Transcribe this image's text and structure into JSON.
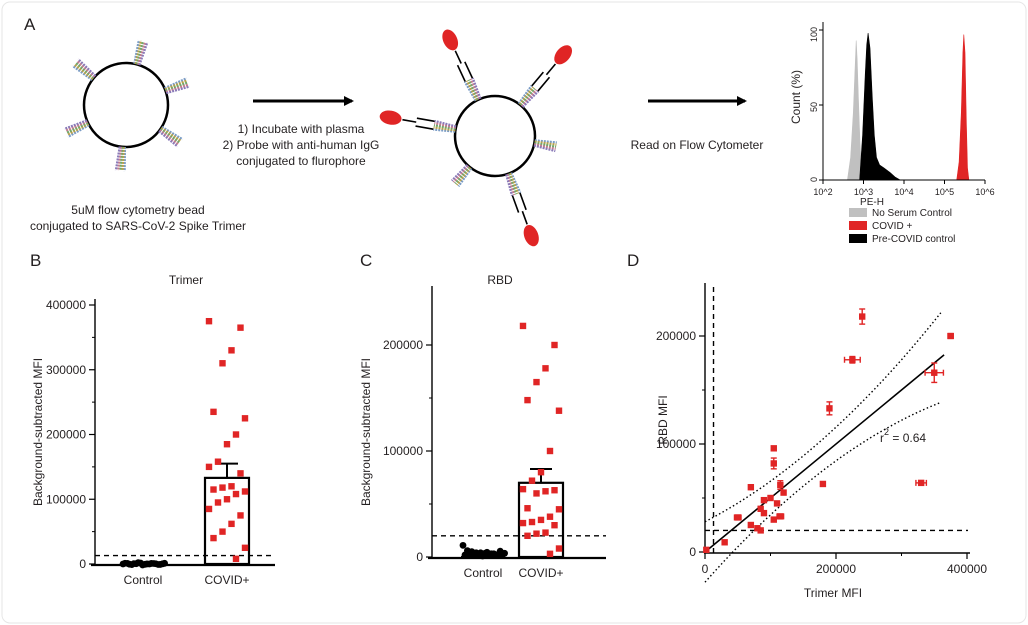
{
  "colors": {
    "covid": "#e02525",
    "control": "#000000",
    "no_serum": "#c0c0c0",
    "text": "#231f20"
  },
  "panel_a": {
    "letter": "A",
    "bead_caption_1": "5uM flow cytometry bead",
    "bead_caption_2": "conjugated to SARS-CoV-2 Spike Trimer",
    "step_1": "1) Incubate with plasma",
    "step_2": "2) Probe with anti-human IgG",
    "step_3": "conjugated to flurophore",
    "read_label": "Read on Flow Cytometer"
  },
  "legend": [
    "No Serum Control",
    "COVID +",
    "Pre-COVID control"
  ],
  "chart_data": [
    {
      "id": "histogram",
      "type": "area",
      "xlabel": "PE-H",
      "ylabel": "Count  (%)",
      "x_scale": "log",
      "xlim": [
        100,
        1000000
      ],
      "ylim": [
        0,
        100
      ],
      "x_ticks": [
        "10^2",
        "10^3",
        "10^4",
        "10^5",
        "10^6"
      ],
      "y_ticks": [
        "0",
        "50",
        "100"
      ],
      "series": [
        {
          "name": "No Serum Control",
          "color_key": "no_serum",
          "points": [
            [
              400,
              0
            ],
            [
              480,
              15
            ],
            [
              560,
              45
            ],
            [
              620,
              75
            ],
            [
              660,
              93
            ],
            [
              700,
              80
            ],
            [
              750,
              55
            ],
            [
              820,
              25
            ],
            [
              900,
              6
            ],
            [
              1000,
              0
            ]
          ]
        },
        {
          "name": "Pre-COVID control",
          "color_key": "control",
          "points": [
            [
              800,
              0
            ],
            [
              950,
              30
            ],
            [
              1100,
              70
            ],
            [
              1200,
              90
            ],
            [
              1300,
              98
            ],
            [
              1450,
              88
            ],
            [
              1650,
              55
            ],
            [
              1850,
              30
            ],
            [
              2100,
              15
            ],
            [
              2500,
              10
            ],
            [
              3200,
              8
            ],
            [
              4500,
              5
            ],
            [
              6000,
              2
            ],
            [
              8000,
              0
            ]
          ]
        },
        {
          "name": "COVID +",
          "color_key": "covid",
          "points": [
            [
              200000,
              0
            ],
            [
              230000,
              12
            ],
            [
              260000,
              45
            ],
            [
              285000,
              85
            ],
            [
              300000,
              97
            ],
            [
              320000,
              85
            ],
            [
              345000,
              40
            ],
            [
              370000,
              8
            ],
            [
              400000,
              0
            ]
          ]
        }
      ]
    },
    {
      "id": "panel_b",
      "letter": "B",
      "type": "scatter",
      "title": "Trimer",
      "ylabel": "Background-subtracted MFI",
      "categories": [
        "Control",
        "COVID+"
      ],
      "ylim": [
        0,
        400000
      ],
      "y_ticks": [
        0,
        100000,
        200000,
        300000,
        400000
      ],
      "threshold": 13000,
      "bar_means": [
        0,
        133000
      ],
      "bar_sem": [
        0,
        22000
      ],
      "control_values": [
        0,
        1000,
        -1000,
        500,
        1500,
        -500,
        0,
        800,
        -800,
        300,
        1200,
        -300,
        600,
        2000,
        -1500,
        100,
        900,
        400,
        -700,
        1100
      ],
      "covid_values": [
        375000,
        365000,
        330000,
        310000,
        235000,
        225000,
        200000,
        185000,
        158000,
        150000,
        140000,
        120000,
        118000,
        115000,
        112000,
        108000,
        100000,
        95000,
        85000,
        75000,
        62000,
        50000,
        40000,
        25000,
        8000
      ]
    },
    {
      "id": "panel_c",
      "letter": "C",
      "type": "scatter",
      "title": "RBD",
      "ylabel": "Background-subtracted MFI",
      "categories": [
        "Control",
        "COVID+"
      ],
      "ylim": [
        0,
        250000
      ],
      "y_ticks": [
        0,
        100000,
        200000
      ],
      "threshold": 20000,
      "bar_means": [
        0,
        70000
      ],
      "bar_sem": [
        0,
        13000
      ],
      "control_values": [
        11000,
        6000,
        5000,
        4000,
        4000,
        3500,
        3000,
        3000,
        2500,
        2500,
        2000,
        2000,
        1500,
        1500,
        1000,
        4500,
        3000,
        2000,
        5500,
        3500
      ],
      "covid_values": [
        218000,
        200000,
        178000,
        165000,
        148000,
        138000,
        100000,
        80000,
        72000,
        64000,
        63000,
        62000,
        60000,
        46000,
        45000,
        38000,
        35000,
        33000,
        32000,
        30000,
        23000,
        22000,
        20000,
        8000,
        3000
      ]
    },
    {
      "id": "panel_d",
      "letter": "D",
      "type": "scatter",
      "xlabel": "Trimer MFI",
      "ylabel": "RBD MFI",
      "xlim": [
        0,
        400000
      ],
      "ylim": [
        0,
        250000
      ],
      "x_ticks": [
        0,
        200000,
        400000
      ],
      "y_ticks": [
        0,
        100000,
        200000
      ],
      "x_threshold": 13000,
      "y_threshold": 20000,
      "annotation": "r",
      "annotation_sup": "2",
      "annotation_value": " = 0.64",
      "fit": {
        "slope": 0.5,
        "intercept": 0
      },
      "points": [
        {
          "x": 375000,
          "y": 200000,
          "xerr": 4000,
          "yerr": 0
        },
        {
          "x": 240000,
          "y": 218000,
          "xerr": 0,
          "yerr": 7000
        },
        {
          "x": 225000,
          "y": 178000,
          "xerr": 12000,
          "yerr": 3000
        },
        {
          "x": 350000,
          "y": 166000,
          "xerr": 14000,
          "yerr": 9000
        },
        {
          "x": 190000,
          "y": 133000,
          "xerr": 0,
          "yerr": 6000
        },
        {
          "x": 105000,
          "y": 96000,
          "xerr": 0,
          "yerr": 0
        },
        {
          "x": 105000,
          "y": 82000,
          "xerr": 0,
          "yerr": 5000
        },
        {
          "x": 330000,
          "y": 64000,
          "xerr": 8000,
          "yerr": 0
        },
        {
          "x": 180000,
          "y": 63000,
          "xerr": 0,
          "yerr": 0
        },
        {
          "x": 115000,
          "y": 62000,
          "xerr": 0,
          "yerr": 4000
        },
        {
          "x": 120000,
          "y": 55000,
          "xerr": 0,
          "yerr": 0
        },
        {
          "x": 70000,
          "y": 60000,
          "xerr": 0,
          "yerr": 0
        },
        {
          "x": 100000,
          "y": 50000,
          "xerr": 0,
          "yerr": 0
        },
        {
          "x": 90000,
          "y": 48000,
          "xerr": 0,
          "yerr": 0
        },
        {
          "x": 110000,
          "y": 45000,
          "xerr": 0,
          "yerr": 0
        },
        {
          "x": 85000,
          "y": 40000,
          "xerr": 0,
          "yerr": 0
        },
        {
          "x": 90000,
          "y": 36000,
          "xerr": 0,
          "yerr": 0
        },
        {
          "x": 115000,
          "y": 33000,
          "xerr": 5000,
          "yerr": 0
        },
        {
          "x": 50000,
          "y": 32000,
          "xerr": 5000,
          "yerr": 0
        },
        {
          "x": 105000,
          "y": 30000,
          "xerr": 0,
          "yerr": 0
        },
        {
          "x": 70000,
          "y": 25000,
          "xerr": 0,
          "yerr": 0
        },
        {
          "x": 80000,
          "y": 22000,
          "xerr": 0,
          "yerr": 0
        },
        {
          "x": 85000,
          "y": 20000,
          "xerr": 0,
          "yerr": 0
        },
        {
          "x": 30000,
          "y": 9000,
          "xerr": 0,
          "yerr": 0
        },
        {
          "x": 2000,
          "y": 2000,
          "xerr": 0,
          "yerr": 0
        }
      ]
    }
  ]
}
